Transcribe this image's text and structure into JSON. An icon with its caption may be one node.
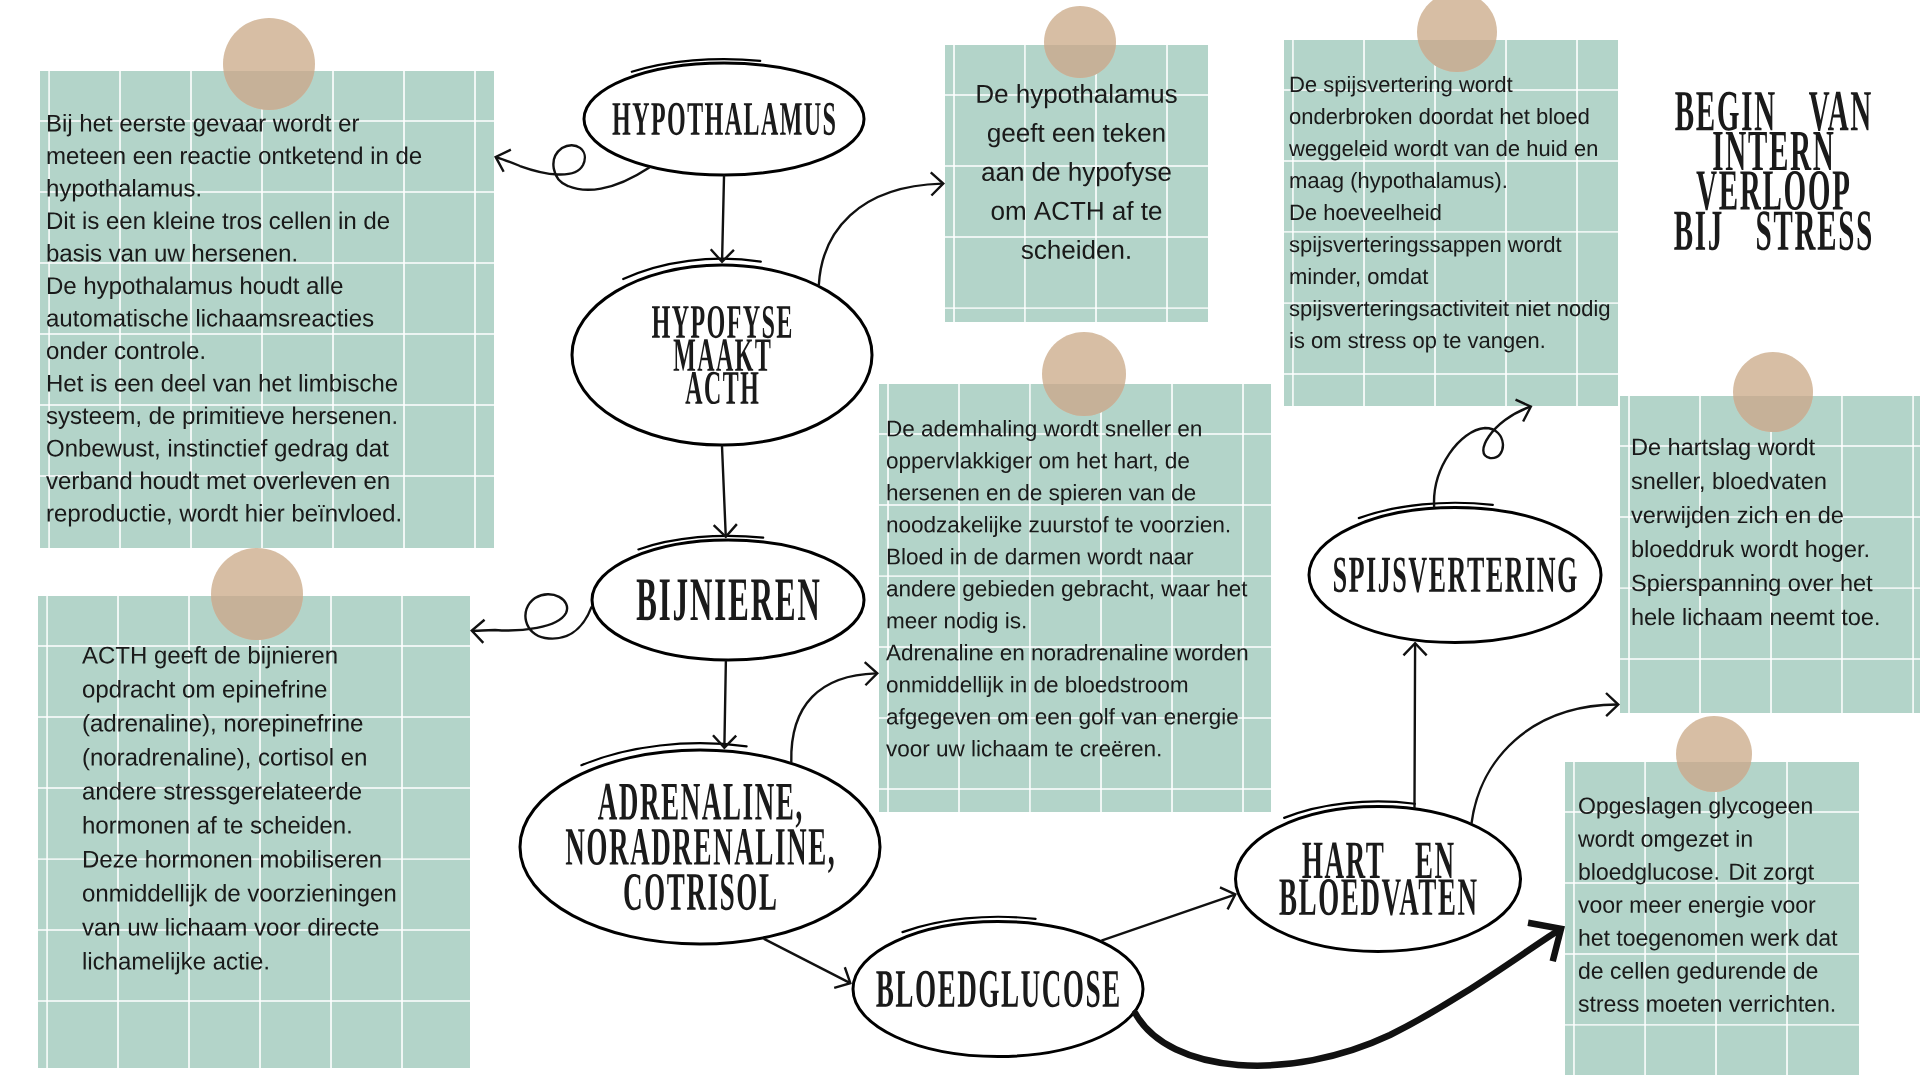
{
  "diagram": {
    "title": "BEGIN VAN INTERN VERLOOP BIJ STRESS",
    "nodes": [
      {
        "text": [
          "HYPOTHALAMUS"
        ]
      },
      {
        "text": [
          "Bij het eerste gevaar wordt er meteen een reactie ontketend in de hypothalamus.",
          "Dit is een kleine tros cellen in de basis van uw hersenen.",
          "De hypothalamus houdt alle automatische lichaamsreacties onder controle.",
          "Het is een deel van het limbische systeem, de primitieve hersenen.",
          "Onbewust, instinctief gedrag dat verband houdt met overleven en reproductie, wordt hier beïnvloed."
        ]
      },
      {
        "text": [
          "HYPOFYSE MAAKT ACTH"
        ]
      },
      {
        "text": [
          "De hypothalamus geeft een teken aan de hypofyse om ACTH af te scheiden."
        ]
      },
      {
        "text": [
          "BIJNIEREN"
        ]
      },
      {
        "text": [
          "ACTH geeft de bijnieren opdracht om epinefrine (adrenaline), norepinefrine (noradrenaline), cortisol en andere stressgerelateerde hormonen af te scheiden.",
          "Deze hormonen mobiliseren onmiddellijk de voorzieningen van uw lichaam voor directe lichamelijke actie."
        ]
      },
      {
        "text": [
          "ADRENALINE, NORADRENALINE, COTRISOL"
        ]
      },
      {
        "text": [
          "De ademhaling wordt sneller en oppervlakkiger om het hart, de hersenen en de spieren van de noodzakelijke zuurstof te voorzien.",
          "Bloed in de darmen wordt naar andere gebieden gebracht, waar het meer nodig is.",
          "Adrenaline en noradrenaline worden onmiddellijk in de bloedstroom afgegeven om een golf van energie voor uw lichaam te creëren."
        ]
      },
      {
        "text": [
          "BLOEDGLUCOSE"
        ]
      },
      {
        "text": [
          "HART EN BLOEDVATEN"
        ]
      },
      {
        "text": [
          "SPIJSVERTERING"
        ]
      },
      {
        "text": [
          "De spijsvertering wordt onderbroken doordat het bloed weggeleid wordt van de huid en maag (hypothalamus).",
          "De hoeveelheid spijsverteringssappen wordt minder, omdat spijsverteringsactiviteit niet nodig is om stress op te vangen."
        ]
      },
      {
        "text": [
          "De hartslag wordt sneller, bloedvaten verwijden zich en de bloeddruk wordt hoger.",
          "Spierspanning over het hele lichaam neemt toe."
        ]
      },
      {
        "text": [
          "Opgeslagen glycogeen wordt omgezet in bloedglucose. Dit zorgt voor meer energie voor het toegenomen werk dat de cellen gedurende de stress moeten verrichten."
        ]
      }
    ],
    "edges": [
      {
        "from": 0,
        "to": 1,
        "arrow": "to"
      },
      {
        "from": 0,
        "to": 2,
        "arrow": "to"
      },
      {
        "from": 2,
        "to": 3,
        "arrow": "to"
      },
      {
        "from": 2,
        "to": 4,
        "arrow": "to"
      },
      {
        "from": 4,
        "to": 5,
        "arrow": "to"
      },
      {
        "from": 4,
        "to": 6,
        "arrow": "to"
      },
      {
        "from": 6,
        "to": 7,
        "arrow": "to"
      },
      {
        "from": 6,
        "to": 8,
        "arrow": "to"
      },
      {
        "from": 8,
        "to": 9,
        "arrow": "to"
      },
      {
        "from": 8,
        "to": 13,
        "arrow": "to",
        "style": "thick"
      },
      {
        "from": 9,
        "to": 10,
        "arrow": "to"
      },
      {
        "from": 9,
        "to": 12,
        "arrow": "to"
      },
      {
        "from": 10,
        "to": 11,
        "arrow": "to"
      }
    ]
  }
}
